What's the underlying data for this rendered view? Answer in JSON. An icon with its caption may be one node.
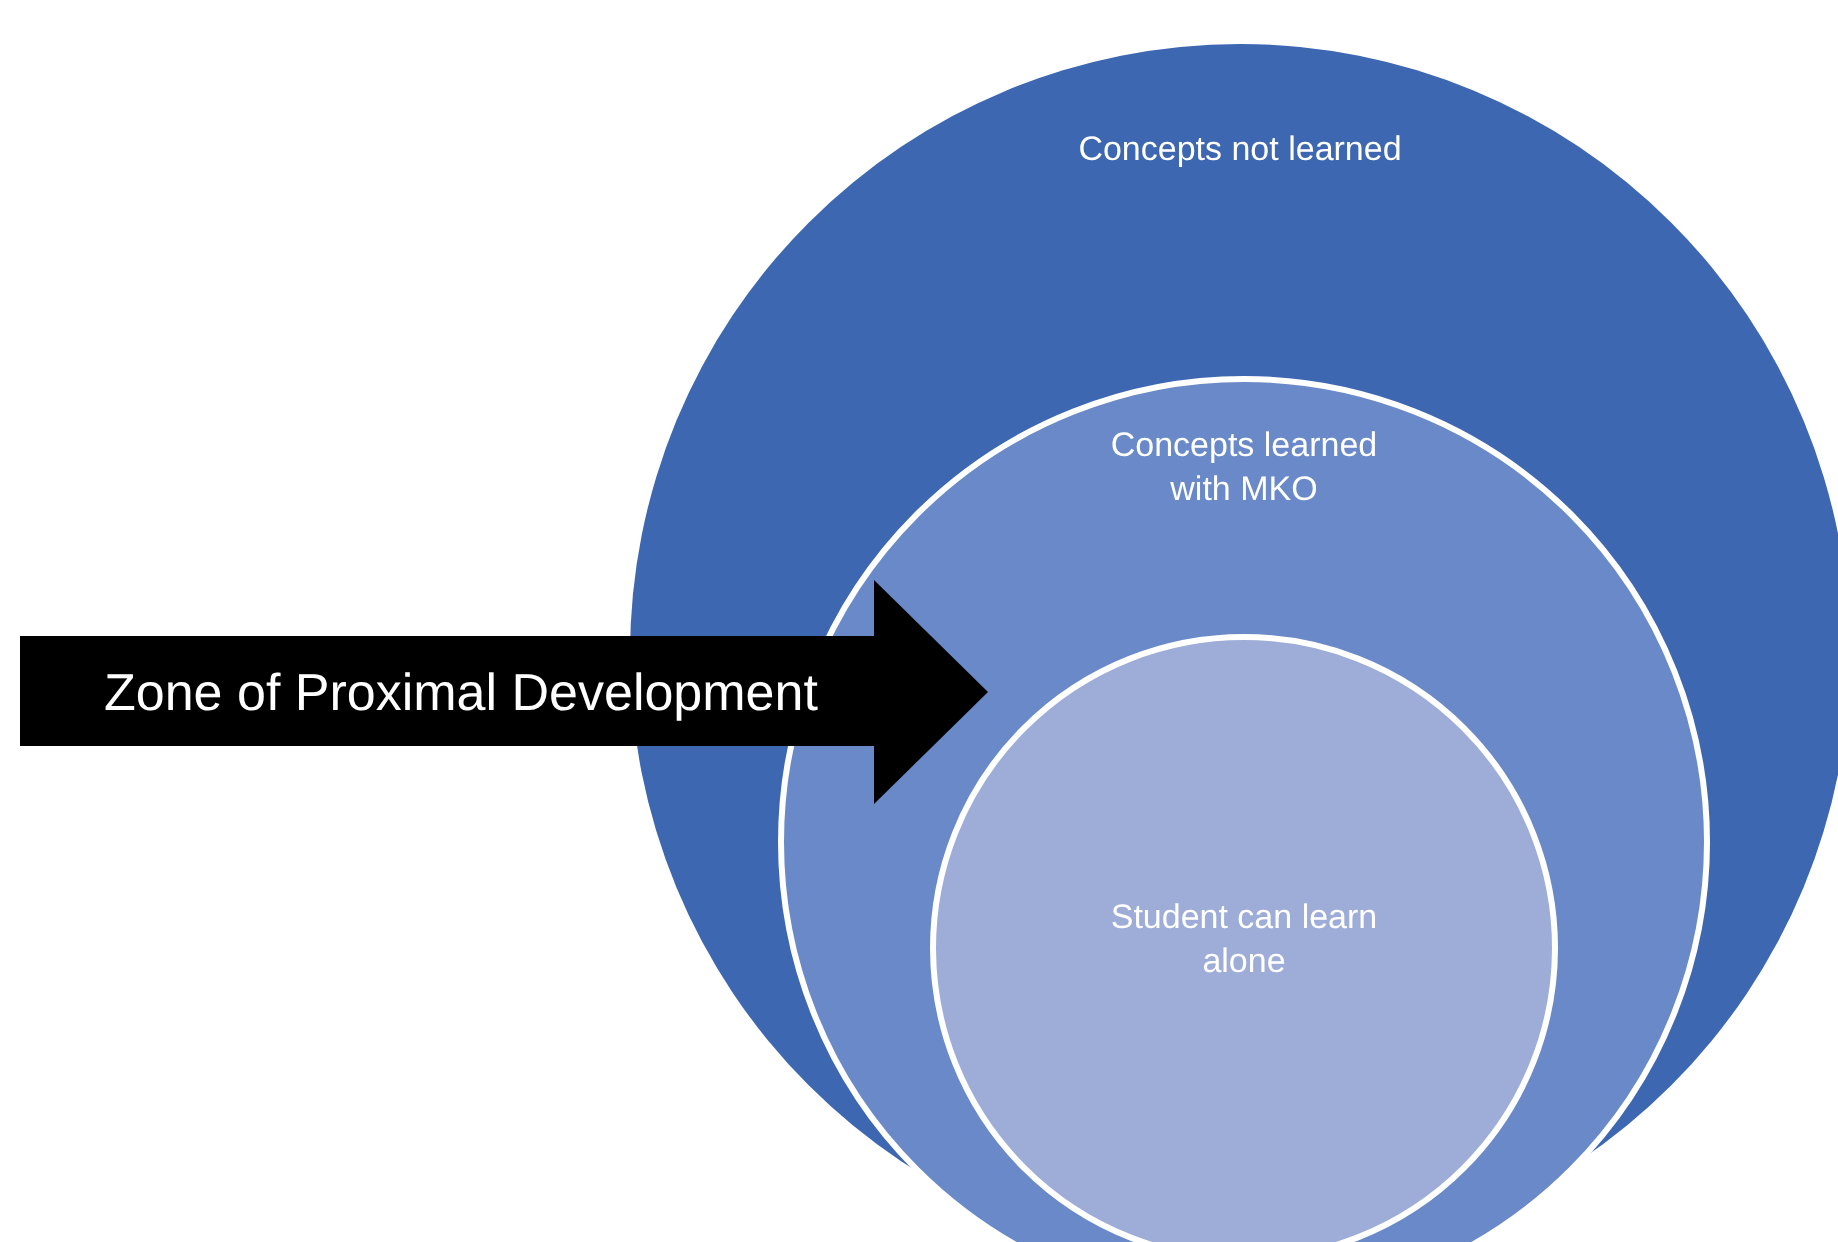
{
  "diagram": {
    "nodes": [
      {
        "text": [
          "Concepts not learned"
        ]
      },
      {
        "text": [
          "Concepts learned with MKO"
        ],
        "in": 0
      },
      {
        "text": [
          "Student can learn alone"
        ],
        "in": 1
      },
      {
        "text": [
          "Zone of Proximal Development"
        ]
      }
    ]
  }
}
